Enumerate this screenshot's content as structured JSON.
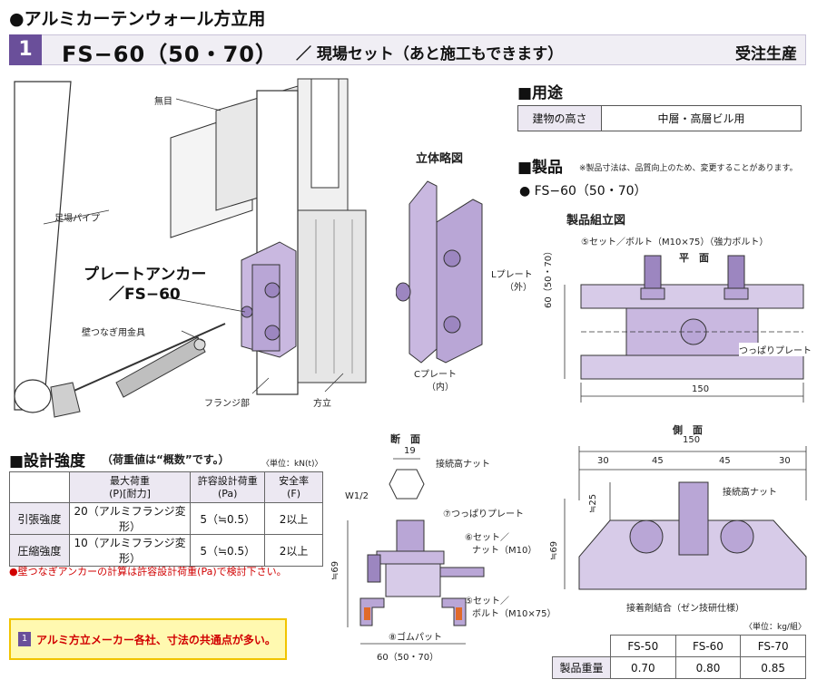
{
  "header": {
    "section_title": "●アルミカーテンウォール方立用",
    "number": "1",
    "product_title": "FS−60（50・70）",
    "subtitle": "／ 現場セット（あと施工もできます）",
    "order_note": "受注生産"
  },
  "main_illustration": {
    "labels": {
      "mullion_eye": "無目",
      "scaffold_pipe": "足場パイプ",
      "plate_anchor_l1": "プレートアンカー",
      "plate_anchor_l2": "／FS−60",
      "wall_tie": "壁つなぎ用金具",
      "flange": "フランジ部",
      "mullion": "方立"
    }
  },
  "perspective": {
    "title": "立体略図",
    "l_plate_l1": "Lプレート",
    "l_plate_l2": "（外）",
    "c_plate_l1": "Cプレート",
    "c_plate_l2": "（内）"
  },
  "usage": {
    "heading": "■用途",
    "row_label": "建物の高さ",
    "row_value": "中層・高層ビル用"
  },
  "product": {
    "heading": "■製品",
    "note": "※製品寸法は、品質向上のため、変更することがあります。",
    "model": "● FS−60（50・70）",
    "assembly_title": "製品組立図",
    "plan_label": "平　面",
    "set_bolt_note": "⑤セット／ボルト（M10×75）（強力ボルト）",
    "tension_plate": "つっぱりプレート",
    "dim_height": "60（50・70）",
    "dim_width": "150"
  },
  "side_view": {
    "title": "側　面",
    "dim_total": "150",
    "dims": [
      "30",
      "45",
      "45",
      "30"
    ],
    "dim_25": "≒25",
    "dim_69": "≒69",
    "joint_nut": "接続高ナット",
    "adhesive": "接着剤結合（ゼン技研仕様）"
  },
  "section_view": {
    "title": "断　面",
    "dim_19": "19",
    "w12": "W1/2",
    "joint_nut": "接続高ナット",
    "tension_plate": "⑦つっぱりプレート",
    "set_nut_l1": "⑥セット／",
    "set_nut_l2": "ナット（M10）",
    "set_bolt_l1": "⑤セット／",
    "set_bolt_l2": "ボルト（M10×75）",
    "rubber_pad": "⑧ゴムパット",
    "dim_69": "≒69",
    "dim_width": "60（50・70）"
  },
  "strength": {
    "heading": "■設計強度",
    "heading_note": "（荷重値は“概数”です。）",
    "unit": "〈単位：kN(t)〉",
    "columns": [
      "最大荷重\n(P)[耐力]",
      "許容設計荷重\n(Pa)",
      "安全率\n(F)"
    ],
    "rows": [
      {
        "label": "引張強度",
        "max": "20（アルミフランジ変形）",
        "allow": "5（≒0.5）",
        "safety": "2以上"
      },
      {
        "label": "圧縮強度",
        "max": "10（アルミフランジ変形）",
        "allow": "5（≒0.5）",
        "safety": "2以上"
      }
    ],
    "warning": "●壁つなぎアンカーの計算は許容設計荷重(Pa)で検討下さい。"
  },
  "callout": {
    "number": "1",
    "text": "アルミ方立メーカー各社、寸法の共通点が多い。"
  },
  "weight": {
    "unit": "〈単位：kg/組〉",
    "row_label": "製品重量",
    "models": [
      "FS-50",
      "FS-60",
      "FS-70"
    ],
    "values": [
      "0.70",
      "0.80",
      "0.85"
    ]
  },
  "colors": {
    "accent_purple": "#6a4f9a",
    "part_fill": "#c9b8e0",
    "highlight_yellow": "#fff9b0",
    "warning_red": "#d10000"
  }
}
